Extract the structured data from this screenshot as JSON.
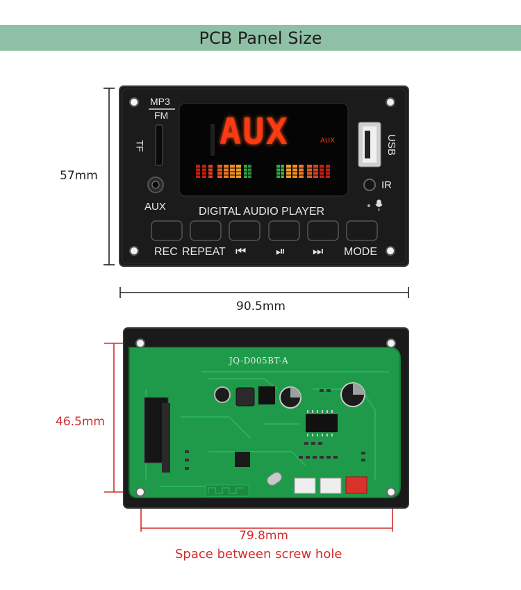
{
  "title": "PCB Panel Size",
  "front": {
    "height_label": "57mm",
    "width_label": "90.5mm",
    "display_text": "AUX",
    "display_aux": "AUX",
    "mp3_label": "MP3",
    "fm_label": "FM",
    "tf_label": "TF",
    "usb_label": "USB",
    "ir_label": "IR",
    "aux_label": "AUX",
    "player_label": "DIGITAL AUDIO PLAYER",
    "buttons": [
      "REC",
      "REPEAT",
      "⏮",
      "⏯",
      "⏭",
      "MODE"
    ]
  },
  "back": {
    "board_label": "JQ-D005BT-A",
    "height_label": "46.5mm",
    "width_label": "79.8mm",
    "caption": "Space between screw hole"
  },
  "colors": {
    "title_bar": "#8fc0a6",
    "dimension_red": "#d42b2b",
    "led": "#ff3a12",
    "pcb": "#1f9a4a"
  }
}
